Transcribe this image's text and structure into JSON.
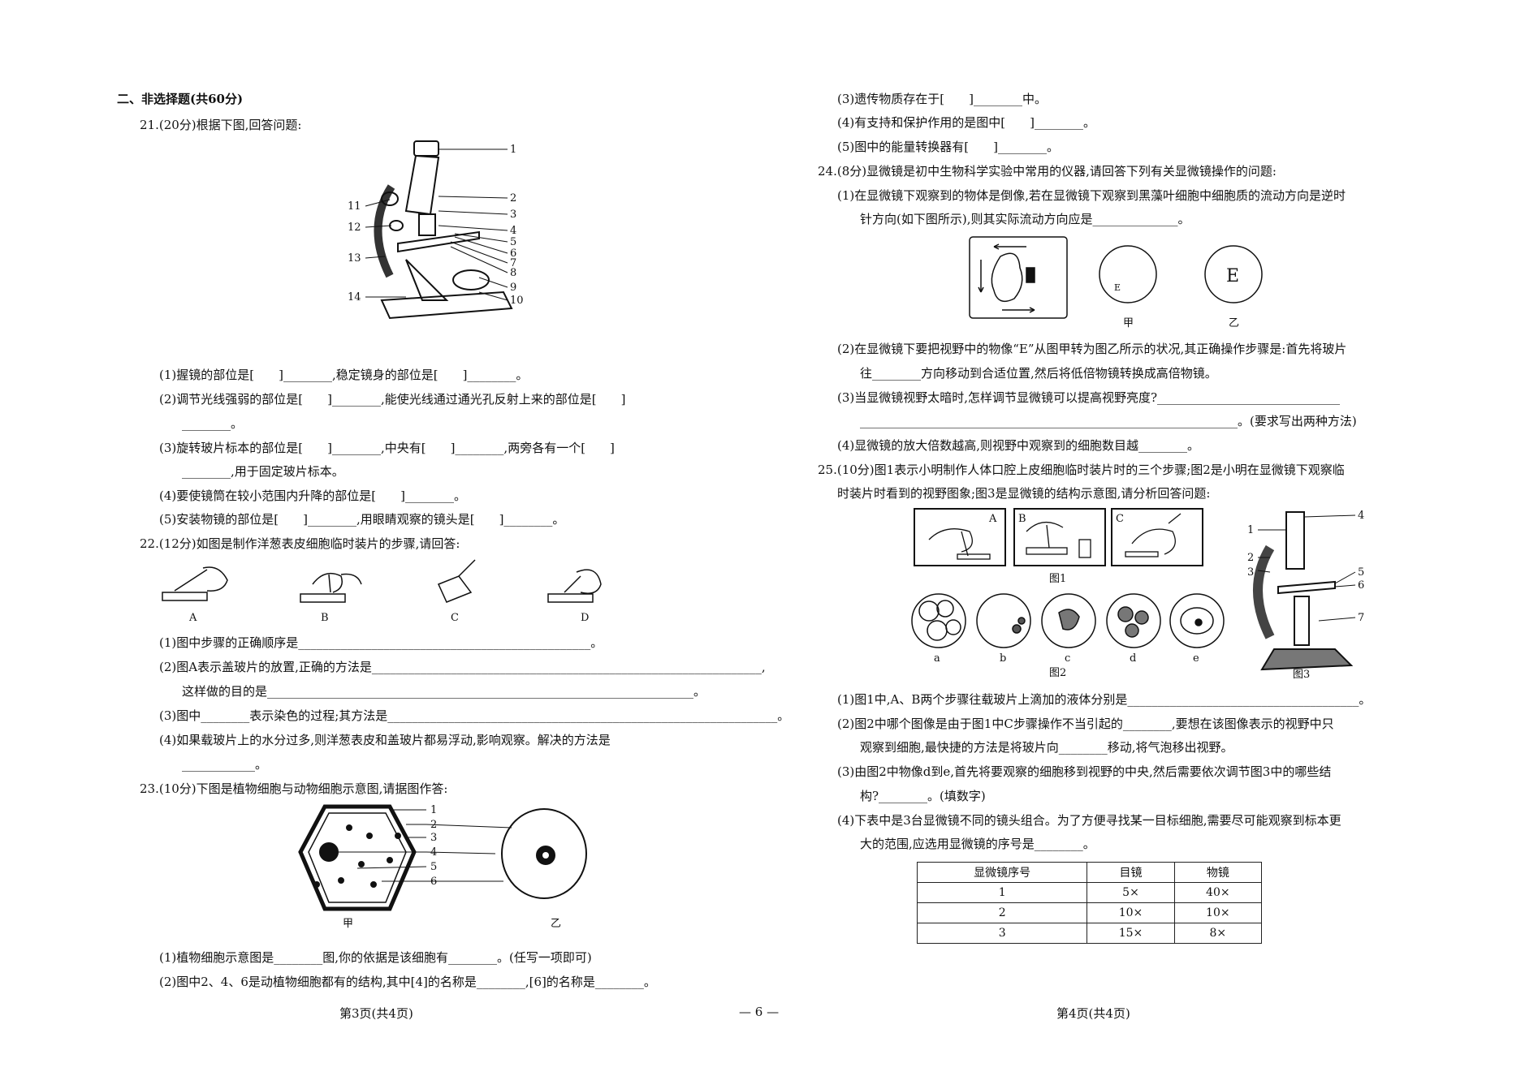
{
  "left_page": {
    "section_title": "二、非选择题(共60分)",
    "q21": {
      "stem": "21.(20分)根据下图,回答问题:",
      "figure_labels": [
        "1",
        "2",
        "3",
        "4",
        "5",
        "6",
        "7",
        "8",
        "9",
        "10",
        "11",
        "12",
        "13",
        "14"
      ],
      "sub1": "(1)握镜的部位是[　　]________,稳定镜身的部位是[　　]________。",
      "sub2a": "(2)调节光线强弱的部位是[　　]________,能使光线通过通光孔反射上来的部位是[　　]",
      "sub2b": "________。",
      "sub3a": "(3)旋转玻片标本的部位是[　　]________,中央有[　　]________,两旁各有一个[　　]",
      "sub3b": "________,用于固定玻片标本。",
      "sub4": "(4)要使镜筒在较小范围内升降的部位是[　　]________。",
      "sub5": "(5)安装物镜的部位是[　　]________,用眼睛观察的镜头是[　　]________。"
    },
    "q22": {
      "stem": "22.(12分)如图是制作洋葱表皮细胞临时装片的步骤,请回答:",
      "step_labels": [
        "A",
        "B",
        "C",
        "D"
      ],
      "sub1": "(1)图中步骤的正确顺序是________________________________________________。",
      "sub2a": "(2)图A表示盖玻片的放置,正确的方法是________________________________________________________________,",
      "sub2b": "这样做的目的是______________________________________________________________________。",
      "sub3": "(3)图中________表示染色的过程;其方法是________________________________________________________________。",
      "sub4a": "(4)如果载玻片上的水分过多,则洋葱表皮和盖玻片都易浮动,影响观察。解决的方法是",
      "sub4b": "____________。"
    },
    "q23": {
      "stem": "23.(10分)下图是植物细胞与动物细胞示意图,请据图作答:",
      "figure_labels": [
        "1",
        "2",
        "3",
        "4",
        "5",
        "6"
      ],
      "cell_names": [
        "甲",
        "乙"
      ],
      "sub1": "(1)植物细胞示意图是________图,你的依据是该细胞有________。(任写一项即可)",
      "sub2": "(2)图中2、4、6是动植物细胞都有的结构,其中[4]的名称是________,[6]的名称是________。"
    },
    "footer": "第3页(共4页)"
  },
  "center_footer": "— 6 —",
  "right_page": {
    "q23_cont": {
      "sub3": "(3)遗传物质存在于[　　]________中。",
      "sub4": "(4)有支持和保护作用的是图中[　　]________。",
      "sub5": "(5)图中的能量转换器有[　　]________。"
    },
    "q24": {
      "stem": "24.(8分)显微镜是初中生物科学实验中常用的仪器,请回答下列有关显微镜操作的问题:",
      "sub1a": "(1)在显微镜下观察到的物体是倒像,若在显微镜下观察到黑藻叶细胞中细胞质的流动方向是逆时",
      "sub1b": "针方向(如下图所示),则其实际流动方向应是______________。",
      "view_labels": [
        "甲",
        "乙"
      ],
      "letter": "E",
      "sub2a": "(2)在显微镜下要把视野中的物像“E”从图甲转为图乙所示的状况,其正确操作步骤是:首先将玻片",
      "sub2b": "往________方向移动到合适位置,然后将低倍物镜转换成高倍物镜。",
      "sub3a": "(3)当显微镜视野太暗时,怎样调节显微镜可以提高视野亮度?______________________________",
      "sub3b": "______________________________________________________________。(要求写出两种方法)",
      "sub4": "(4)显微镜的放大倍数越高,则视野中观察到的细胞数目越________。"
    },
    "q25": {
      "stem1": "25.(10分)图1表示小明制作人体口腔上皮细胞临时装片时的三个步骤;图2是小明在显微镜下观察临",
      "stem2": "时装片时看到的视野图象;图3是显微镜的结构示意图,请分析回答问题:",
      "fig1_steps": [
        "A",
        "B",
        "C"
      ],
      "fig1_caption": "图1",
      "fig2_items": [
        "a",
        "b",
        "c",
        "d",
        "e"
      ],
      "fig2_caption": "图2",
      "fig3_labels": [
        "1",
        "2",
        "3",
        "4",
        "5",
        "6",
        "7"
      ],
      "fig3_caption": "图3",
      "sub1": "(1)图1中,A、B两个步骤往载玻片上滴加的液体分别是______________________________________。",
      "sub2a": "(2)图2中哪个图像是由于图1中C步骤操作不当引起的________,要想在该图像表示的视野中只",
      "sub2b": "观察到细胞,最快捷的方法是将玻片向________移动,将气泡移出视野。",
      "sub3a": "(3)由图2中物像d到e,首先将要观察的细胞移到视野的中央,然后需要依次调节图3中的哪些结",
      "sub3b": "构?________。(填数字)",
      "sub4a": "(4)下表中是3台显微镜不同的镜头组合。为了方便寻找某一目标细胞,需要尽可能观察到标本更",
      "sub4b": "大的范围,应选用显微镜的序号是________。",
      "table": {
        "headers": [
          "显微镜序号",
          "目镜",
          "物镜"
        ],
        "rows": [
          [
            "1",
            "5×",
            "40×"
          ],
          [
            "2",
            "10×",
            "10×"
          ],
          [
            "3",
            "15×",
            "8×"
          ]
        ]
      }
    },
    "footer": "第4页(共4页)"
  }
}
